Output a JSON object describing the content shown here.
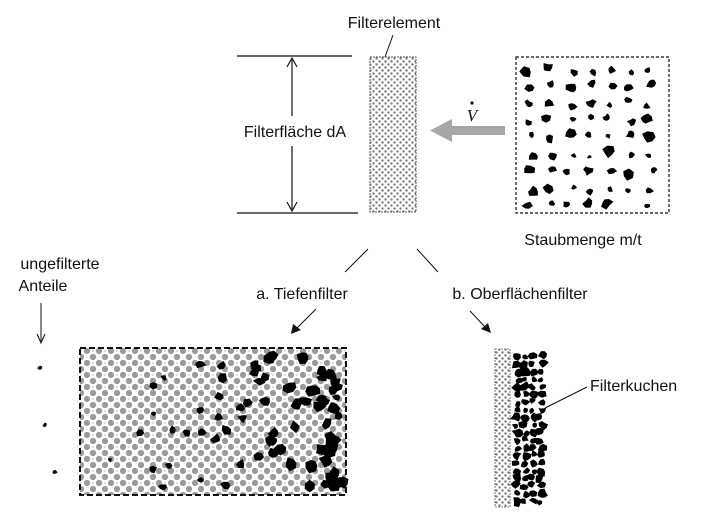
{
  "labels": {
    "filter_element": "Filterelement",
    "filter_area": "Filterfläche dA",
    "flow_symbol": "V",
    "dust_amount": "Staubmenge m/t",
    "unfiltered_line1": "ungefilterte",
    "unfiltered_line2": "Anteile",
    "depth_filter": "a. Tiefenfilter",
    "surface_filter": "b. Oberflächenfilter",
    "filter_cake": "Filterkuchen"
  },
  "colors": {
    "ink": "#111111",
    "arrow_gray": "#a6a6a6",
    "medium_gray": "#8c8c8c",
    "particle": "#000000"
  }
}
